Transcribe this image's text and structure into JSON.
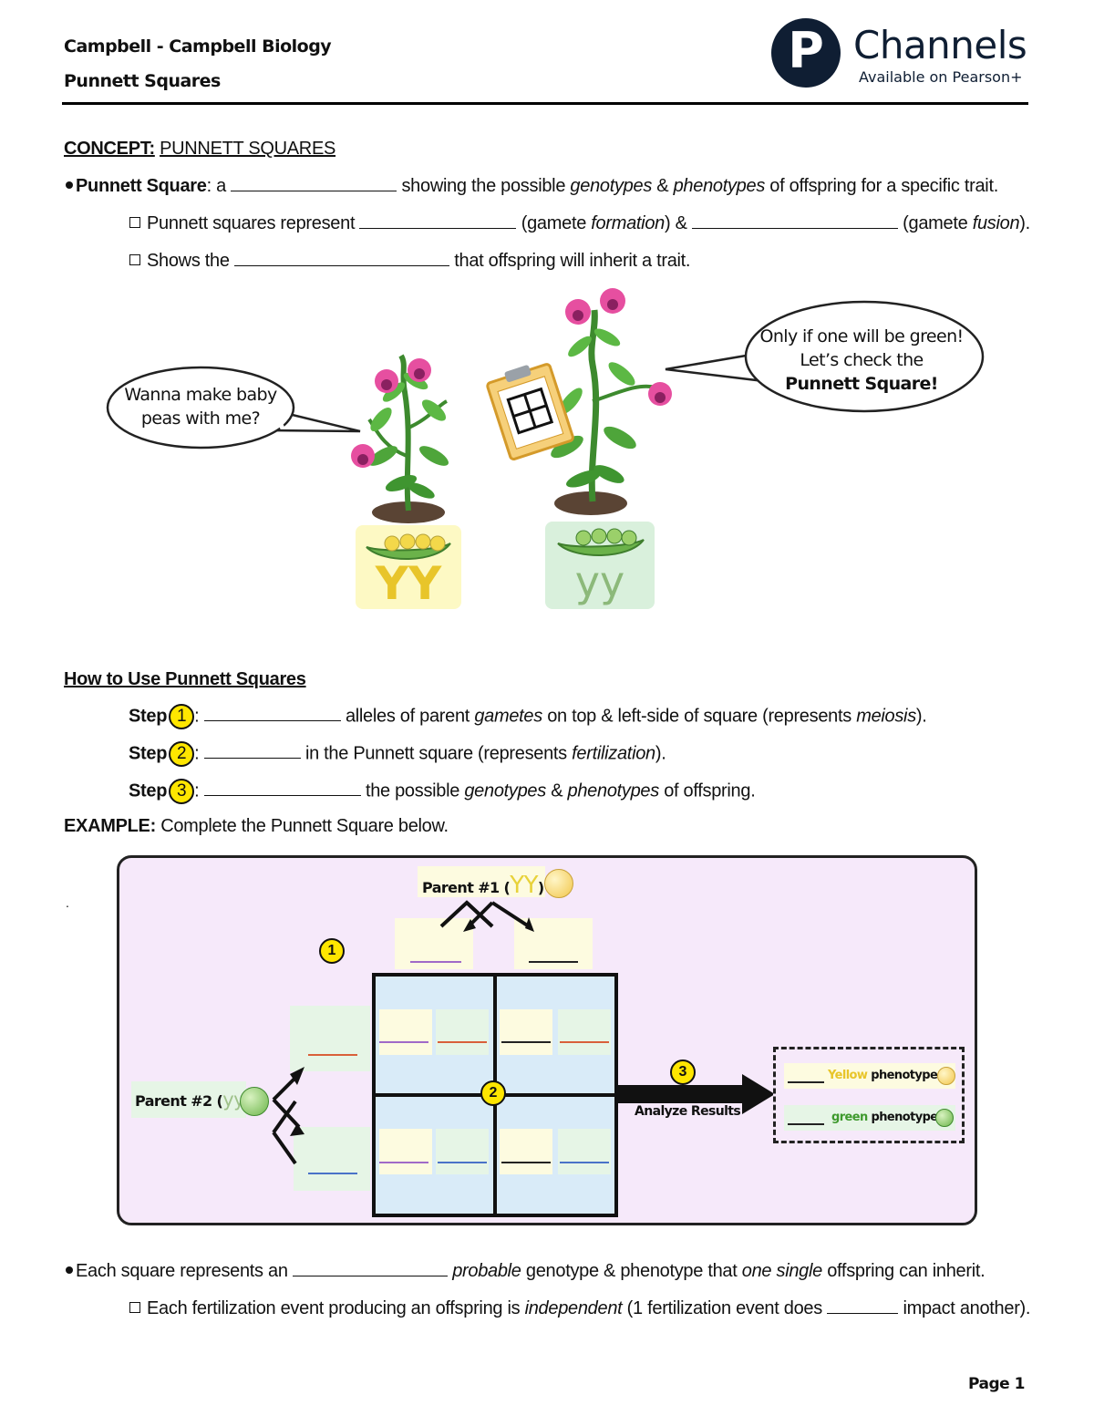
{
  "header": {
    "line1": "Campbell - Campbell Biology",
    "line2": "Punnett Squares",
    "brand_name": "Channels",
    "brand_tagline": "Available on Pearson+",
    "brand_logo_letter": "P"
  },
  "concept": {
    "label": "CONCEPT:",
    "title": "PUNNETT SQUARES",
    "def_term": "Punnett Square",
    "def_prefix": ": a",
    "def_p1": "showing the possible",
    "def_genotypes": "genotypes",
    "def_amp": "&",
    "def_phenotypes": "phenotypes",
    "def_p2": "of offspring for a specific trait.",
    "sub1_a": "Punnett squares represent",
    "sub1_b": "(gamete",
    "sub1_formation": "formation",
    "sub1_c": ") &",
    "sub1_d": "(gamete",
    "sub1_fusion": "fusion",
    "sub1_e": ").",
    "sub2_a": "Shows the",
    "sub2_b": "that offspring will inherit a trait."
  },
  "illustration": {
    "bubble_left": [
      "Wanna make baby",
      "peas with me?"
    ],
    "bubble_right_1": "Only if one will be green!",
    "bubble_right_2": "Let’s check the",
    "bubble_right_3": "Punnett Square!",
    "label_left": "YY",
    "label_right": "yy"
  },
  "howto": {
    "title": "How to Use Punnett Squares",
    "step_word": "Step",
    "step1_num": "1",
    "step2_num": "2",
    "step3_num": "3",
    "colon": ":",
    "step1_a": "alleles of parent",
    "step1_gametes": "gametes",
    "step1_b": "on top & left-side of square (represents",
    "step1_meiosis": "meiosis",
    "step1_c": ").",
    "step2_a": "in the Punnett square (represents",
    "step2_fert": "fertilization",
    "step2_b": ").",
    "step3_a": "the possible",
    "step3_genotypes": "genotypes",
    "step3_amp": "&",
    "step3_phenotypes": "phenotypes",
    "step3_b": "of offspring.",
    "example_label": "EXAMPLE:",
    "example_text": "Complete the Punnett Square below.",
    "stray_dot": "."
  },
  "diagram": {
    "parent1_prefix": "Parent #1 (",
    "parent1_alleles": "YY",
    "parent1_suffix": ")",
    "parent2_prefix": "Parent #2 (",
    "parent2_alleles": "yy",
    "parent2_suffix": ")",
    "num1": "1",
    "num2": "2",
    "num3": "3",
    "analyze": "Analyze Results",
    "result1_label": "Yellow",
    "result1_suffix": "phenotypes",
    "result2_label": "green",
    "result2_suffix": "phenotypes",
    "colors": {
      "yellow_allele": "#e8d23a",
      "green_allele": "#9fc28a",
      "purple_line": "#a06ac8",
      "red_line": "#d9603a",
      "blue_line": "#4a72c8",
      "panel_bg": "#f6e9fa",
      "square_bg": "#d9ebf8"
    }
  },
  "bottom": {
    "b1_a": "Each square represents an",
    "b1_probable": "probable",
    "b1_b": "genotype & phenotype that",
    "b1_single": "one single",
    "b1_c": "offspring can inherit.",
    "b2_a": "Each fertilization event producing an offspring is",
    "b2_independent": "independent",
    "b2_b": "(1 fertilization event does",
    "b2_c": "impact another)."
  },
  "footer": {
    "page": "Page 1"
  }
}
